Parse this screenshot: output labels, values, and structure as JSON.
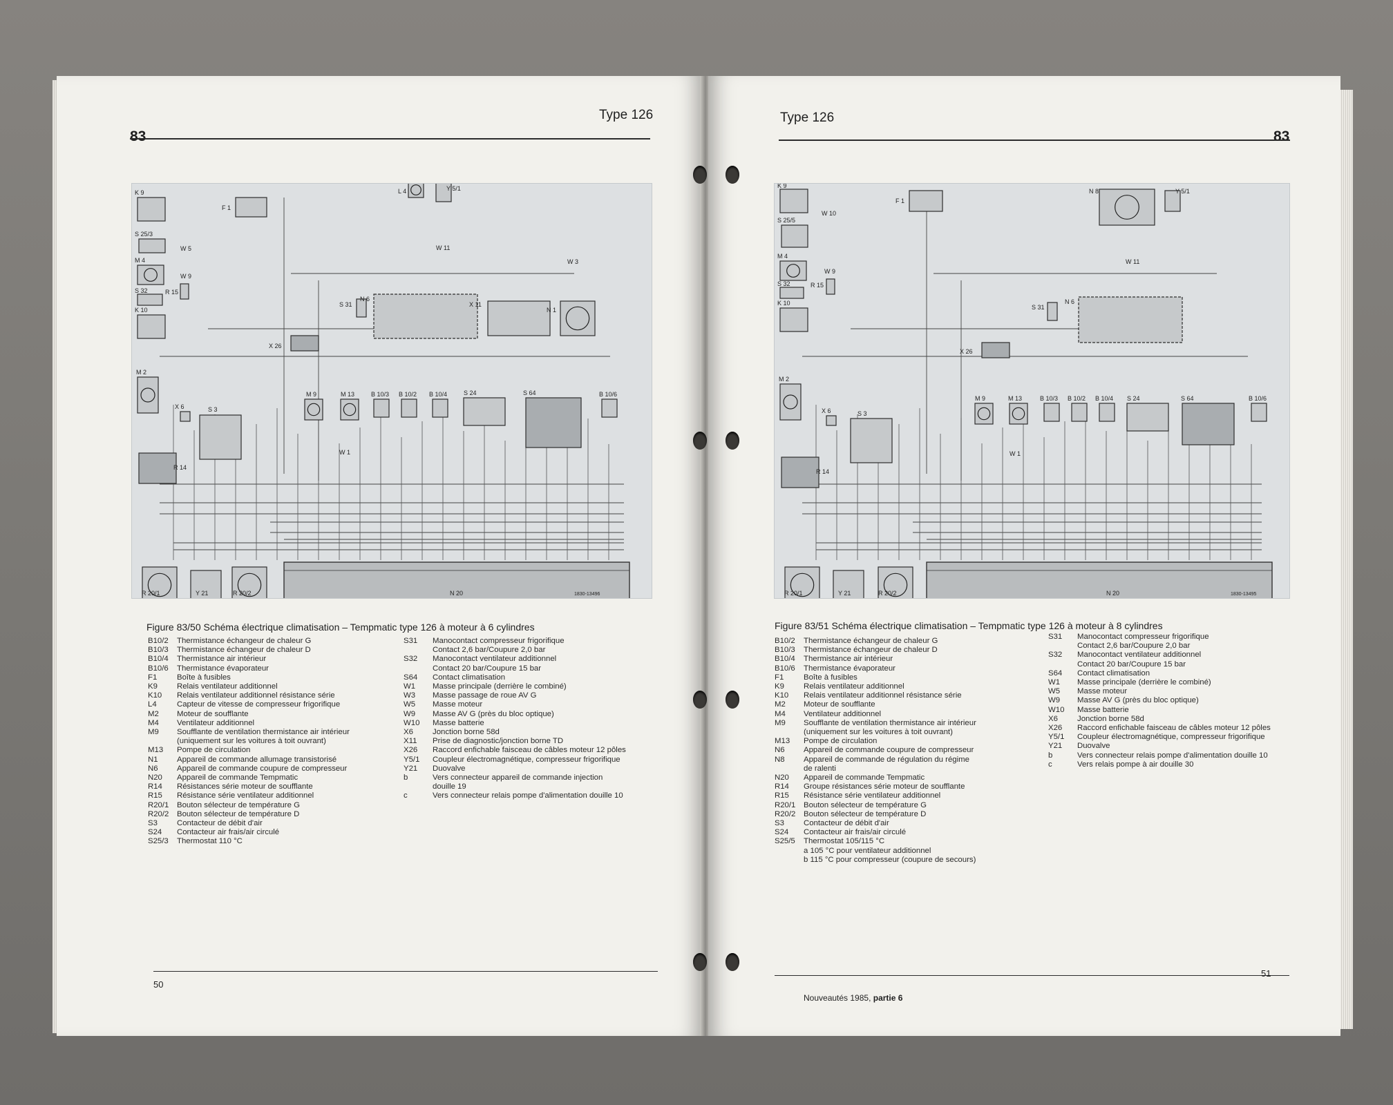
{
  "left_page": {
    "chapter": "83",
    "type_title": "Type 126",
    "figure_caption": "Figure 83/50  Schéma électrique climatisation – Tempmatic type 126 à moteur à 6 cylindres",
    "diagram_ref": "1830-13496",
    "diagram_labels": [
      "K 9",
      "F 1",
      "L 4",
      "Y 5/1",
      "S 25/3",
      "W 5",
      "M 4",
      "W 9",
      "R 15",
      "S 32",
      "K 10",
      "X 26",
      "S 31",
      "N 6",
      "X 11",
      "N 1",
      "W 3",
      "M 2",
      "X 6",
      "S 3",
      "R 14",
      "M 9",
      "M 13",
      "B 10/3",
      "B 10/2",
      "B 10/4",
      "S 24",
      "S 64",
      "B 10/6",
      "W 1",
      "W 11",
      "R 20/1",
      "Y 21",
      "R 20/2",
      "N 20"
    ],
    "legend_col1": [
      {
        "code": "B10/2",
        "desc": "Thermistance échangeur de chaleur G"
      },
      {
        "code": "B10/3",
        "desc": "Thermistance échangeur de chaleur D"
      },
      {
        "code": "B10/4",
        "desc": "Thermistance air intérieur"
      },
      {
        "code": "B10/6",
        "desc": "Thermistance évaporateur"
      },
      {
        "code": "F1",
        "desc": "Boîte à fusibles"
      },
      {
        "code": "K9",
        "desc": "Relais ventilateur additionnel"
      },
      {
        "code": "K10",
        "desc": "Relais ventilateur additionnel résistance série"
      },
      {
        "code": "L4",
        "desc": "Capteur de vitesse de compresseur frigorifique"
      },
      {
        "code": "M2",
        "desc": "Moteur de soufflante"
      },
      {
        "code": "M4",
        "desc": "Ventilateur additionnel"
      },
      {
        "code": "M9",
        "desc": "Soufflante de ventilation thermistance air intérieur"
      },
      {
        "code": "",
        "desc": "(uniquement sur les voitures à toit ouvrant)"
      },
      {
        "code": "M13",
        "desc": "Pompe de circulation"
      },
      {
        "code": "N1",
        "desc": "Appareil de commande allumage transistorisé"
      },
      {
        "code": "N6",
        "desc": "Appareil de commande coupure de compresseur"
      },
      {
        "code": "N20",
        "desc": "Appareil de commande Tempmatic"
      },
      {
        "code": "R14",
        "desc": "Résistances série moteur de soufflante"
      },
      {
        "code": "R15",
        "desc": "Résistance série ventilateur additionnel"
      },
      {
        "code": "R20/1",
        "desc": "Bouton sélecteur de température G"
      },
      {
        "code": "R20/2",
        "desc": "Bouton sélecteur de température D"
      },
      {
        "code": "S3",
        "desc": "Contacteur de débit d'air"
      },
      {
        "code": "S24",
        "desc": "Contacteur air frais/air circulé"
      },
      {
        "code": "S25/3",
        "desc": "Thermostat 110 °C"
      }
    ],
    "legend_col2": [
      {
        "code": "S31",
        "desc": "Manocontact compresseur frigorifique"
      },
      {
        "code": "",
        "desc": "Contact 2,6 bar/Coupure 2,0 bar"
      },
      {
        "code": "S32",
        "desc": "Manocontact ventilateur additionnel"
      },
      {
        "code": "",
        "desc": "Contact 20 bar/Coupure 15 bar"
      },
      {
        "code": "S64",
        "desc": "Contact climatisation"
      },
      {
        "code": "W1",
        "desc": "Masse principale (derrière le combiné)"
      },
      {
        "code": "W3",
        "desc": "Masse passage de roue AV G"
      },
      {
        "code": "W5",
        "desc": "Masse moteur"
      },
      {
        "code": "W9",
        "desc": "Masse AV G (près du bloc optique)"
      },
      {
        "code": "W10",
        "desc": "Masse batterie"
      },
      {
        "code": "X6",
        "desc": "Jonction borne 58d"
      },
      {
        "code": "X11",
        "desc": "Prise de diagnostic/jonction borne TD"
      },
      {
        "code": "X26",
        "desc": "Raccord enfichable faisceau de câbles moteur 12 pôles"
      },
      {
        "code": "Y5/1",
        "desc": "Coupleur électromagnétique, compresseur frigorifique"
      },
      {
        "code": "Y21",
        "desc": "Duovalve"
      },
      {
        "code": "b",
        "desc": "Vers connecteur appareil de commande injection"
      },
      {
        "code": "",
        "desc": "douille 19"
      },
      {
        "code": "c",
        "desc": "Vers connecteur relais pompe d'alimentation douille 10"
      }
    ],
    "footer_page": "50"
  },
  "right_page": {
    "chapter": "83",
    "type_title": "Type 126",
    "figure_caption": "Figure 83/51  Schéma électrique climatisation – Tempmatic type 126 à moteur à 8 cylindres",
    "diagram_ref": "1830-13495",
    "diagram_labels": [
      "K 9",
      "F 1",
      "S 25/5",
      "W 10",
      "N 8",
      "Y 5/1",
      "M 4",
      "W 9",
      "S 32",
      "R 15",
      "K 10",
      "X 26",
      "S 31",
      "N 6",
      "W 11",
      "M 2",
      "X 6",
      "S 3",
      "R 14",
      "M 9",
      "M 13",
      "B 10/3",
      "B 10/2",
      "B 10/4",
      "S 24",
      "S 64",
      "B 10/6",
      "W 1",
      "R 20/1",
      "Y 21",
      "R 20/2",
      "N 20"
    ],
    "legend_col1": [
      {
        "code": "B10/2",
        "desc": "Thermistance échangeur de chaleur G"
      },
      {
        "code": "B10/3",
        "desc": "Thermistance échangeur de chaleur D"
      },
      {
        "code": "B10/4",
        "desc": "Thermistance air intérieur"
      },
      {
        "code": "B10/6",
        "desc": "Thermistance évaporateur"
      },
      {
        "code": "F1",
        "desc": "Boîte à fusibles"
      },
      {
        "code": "K9",
        "desc": "Relais ventilateur additionnel"
      },
      {
        "code": "K10",
        "desc": "Relais ventilateur additionnel résistance série"
      },
      {
        "code": "M2",
        "desc": "Moteur de soufflante"
      },
      {
        "code": "M4",
        "desc": "Ventilateur additionnel"
      },
      {
        "code": "M9",
        "desc": "Soufflante de ventilation thermistance air intérieur"
      },
      {
        "code": "",
        "desc": "(uniquement sur les voitures à toit ouvrant)"
      },
      {
        "code": "M13",
        "desc": "Pompe de circulation"
      },
      {
        "code": "N6",
        "desc": "Appareil de commande coupure de compresseur"
      },
      {
        "code": "N8",
        "desc": "Appareil de commande de régulation du régime"
      },
      {
        "code": "",
        "desc": "de ralenti"
      },
      {
        "code": "N20",
        "desc": "Appareil de commande Tempmatic"
      },
      {
        "code": "R14",
        "desc": "Groupe résistances série moteur de soufflante"
      },
      {
        "code": "R15",
        "desc": "Résistance série ventilateur additionnel"
      },
      {
        "code": "R20/1",
        "desc": "Bouton sélecteur de température G"
      },
      {
        "code": "R20/2",
        "desc": "Bouton sélecteur de température D"
      },
      {
        "code": "S3",
        "desc": "Contacteur de débit d'air"
      },
      {
        "code": "S24",
        "desc": "Contacteur air frais/air circulé"
      },
      {
        "code": "S25/5",
        "desc": "Thermostat 105/115 °C"
      },
      {
        "code": "",
        "desc": "a  105 °C pour ventilateur additionnel"
      },
      {
        "code": "",
        "desc": "b  115 °C pour compresseur (coupure de secours)"
      }
    ],
    "legend_col2": [
      {
        "code": "S31",
        "desc": "Manocontact compresseur frigorifique"
      },
      {
        "code": "",
        "desc": "Contact 2,6 bar/Coupure 2,0 bar"
      },
      {
        "code": "S32",
        "desc": "Manocontact ventilateur additionnel"
      },
      {
        "code": "",
        "desc": "Contact 20 bar/Coupure 15 bar"
      },
      {
        "code": "S64",
        "desc": "Contact climatisation"
      },
      {
        "code": "W1",
        "desc": "Masse principale (derrière le combiné)"
      },
      {
        "code": "W5",
        "desc": "Masse moteur"
      },
      {
        "code": "W9",
        "desc": "Masse AV G (près du bloc optique)"
      },
      {
        "code": "W10",
        "desc": "Masse batterie"
      },
      {
        "code": "X6",
        "desc": "Jonction borne 58d"
      },
      {
        "code": "X26",
        "desc": "Raccord enfichable faisceau de câbles moteur 12 pôles"
      },
      {
        "code": "Y5/1",
        "desc": "Coupleur électromagnétique, compresseur frigorifique"
      },
      {
        "code": "Y21",
        "desc": "Duovalve"
      },
      {
        "code": "b",
        "desc": "Vers connecteur relais pompe d'alimentation douille 10"
      },
      {
        "code": "c",
        "desc": "Vers relais pompe à air douille 30"
      }
    ],
    "footer_page": "51",
    "footer_note_text": "Nouveautés 1985, ",
    "footer_note_bold": "partie 6"
  }
}
